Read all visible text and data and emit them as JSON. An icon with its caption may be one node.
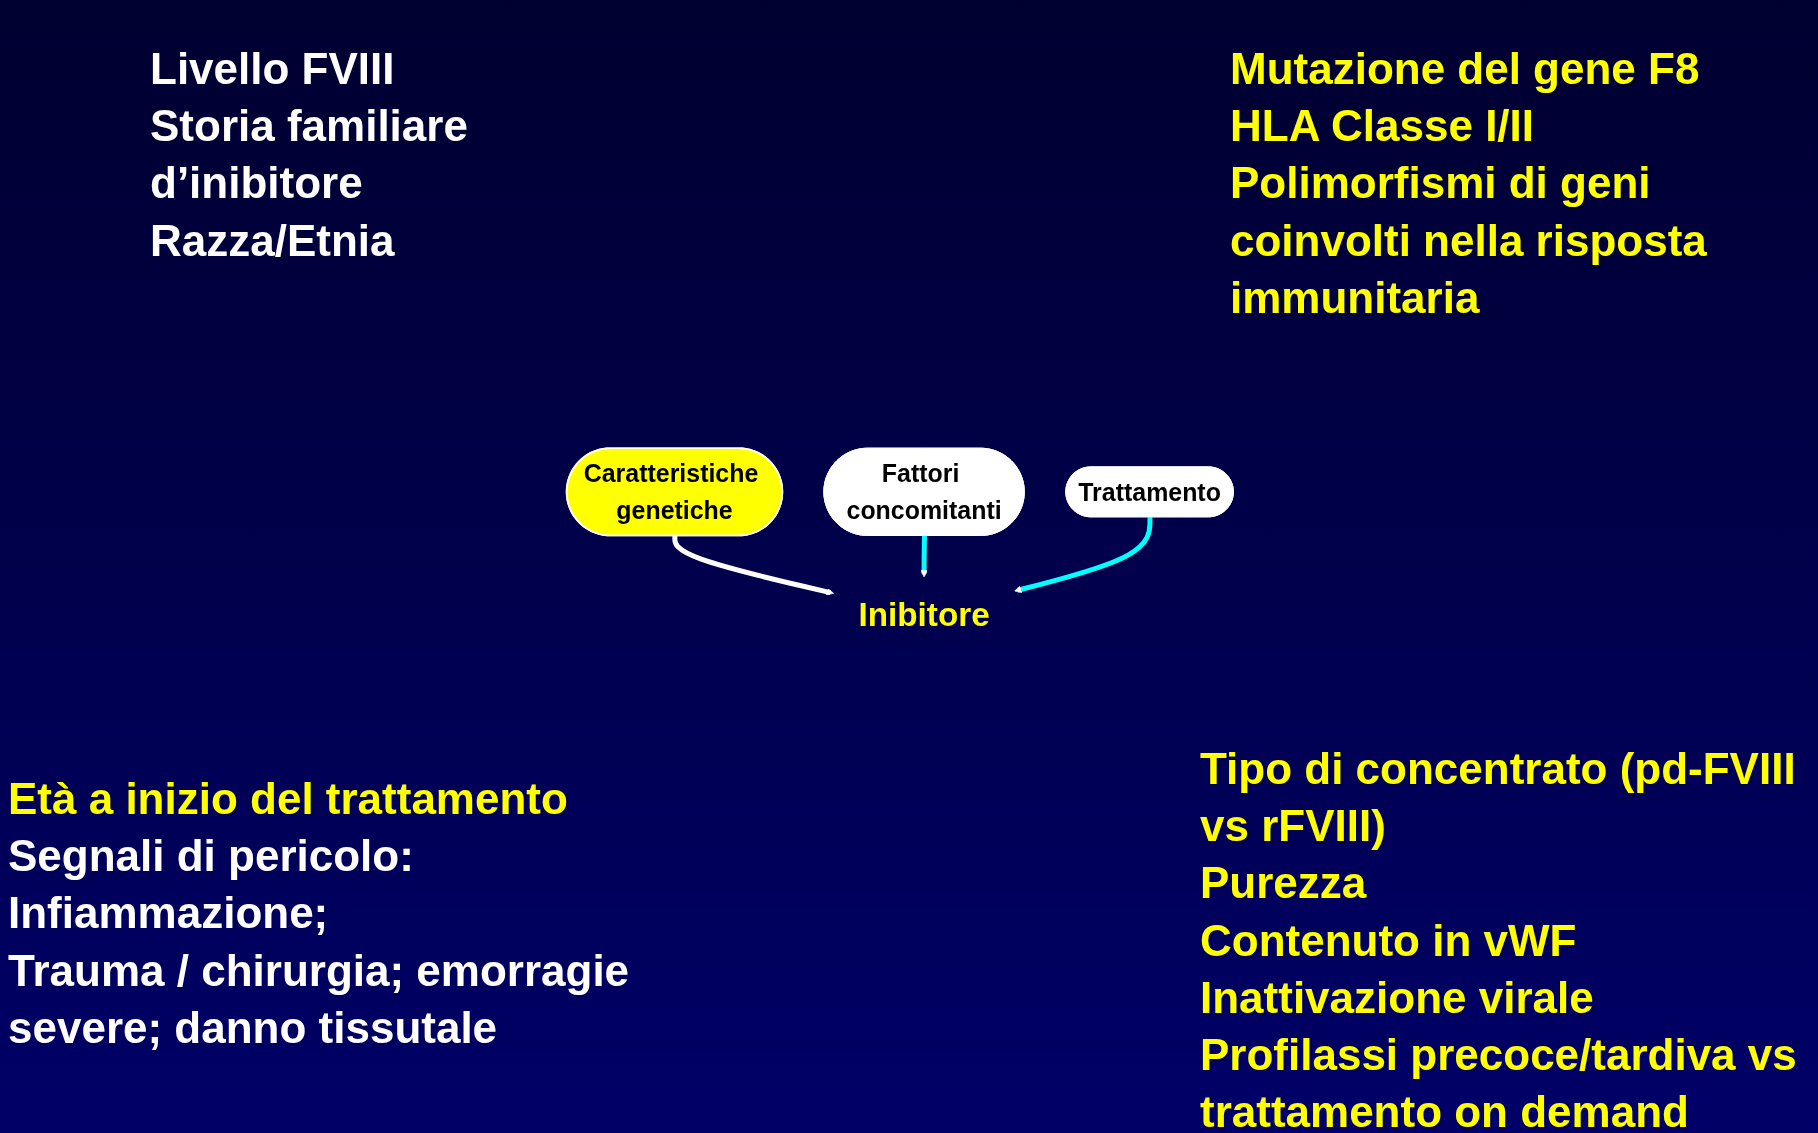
{
  "diagram": {
    "nodes": [
      {
        "text": [
          "Caratteristiche genetiche"
        ]
      },
      {
        "text": [
          "Fattori concomitanti"
        ]
      },
      {
        "text": [
          "Inibitore"
        ]
      },
      {
        "text": [
          "Trattamento"
        ]
      }
    ],
    "edges": [
      {
        "from": 0,
        "to": 2,
        "arrow": "to",
        "color": "#ffffff"
      },
      {
        "from": 1,
        "to": 2,
        "arrow": "to"
      },
      {
        "from": 3,
        "to": 2,
        "arrow": "to"
      }
    ],
    "labels": [
      "Livello FVIII",
      "Storia familiare d’inibitore",
      "Razza/Etnia",
      "Mutazione del gene F8",
      "HLA Classe I/II",
      "Polimorfismi di geni coinvolti nella risposta immunitaria",
      "Età a inizio del trattamento",
      "Segnali di pericolo:",
      "Infiammazione;",
      "Trauma / chirurgia; emorragie severe; danno tissutale",
      "Tipo di concentrato (pd-FVIII vs rFVIII)",
      "Purezza",
      "Contenuto in vWF",
      "Inattivazione virale",
      "Profilassi precoce/tardiva vs trattamento on demand"
    ]
  }
}
